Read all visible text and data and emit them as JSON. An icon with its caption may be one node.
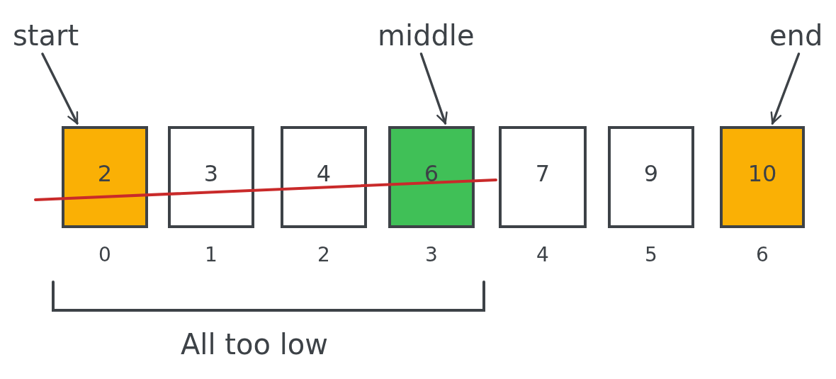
{
  "diagram": {
    "nodes": [
      {
        "text": [
          "start"
        ]
      },
      {
        "text": [
          "middle"
        ]
      },
      {
        "text": [
          "end"
        ]
      },
      {
        "text": [
          "2"
        ],
        "beside": [
          "0"
        ]
      },
      {
        "text": [
          "3"
        ],
        "beside": [
          "1"
        ]
      },
      {
        "text": [
          "4"
        ],
        "beside": [
          "2"
        ]
      },
      {
        "text": [
          "6"
        ],
        "beside": [
          "3"
        ]
      },
      {
        "text": [
          "7"
        ],
        "beside": [
          "4"
        ]
      },
      {
        "text": [
          "9"
        ],
        "beside": [
          "5"
        ]
      },
      {
        "text": [
          "10"
        ],
        "beside": [
          "6"
        ]
      }
    ],
    "edges": [
      {
        "from": 0,
        "to": 3,
        "arrow": "to"
      },
      {
        "from": 1,
        "to": 6,
        "arrow": "to"
      },
      {
        "from": 2,
        "to": 9,
        "arrow": "to"
      }
    ],
    "labels": [
      "All too low"
    ]
  }
}
